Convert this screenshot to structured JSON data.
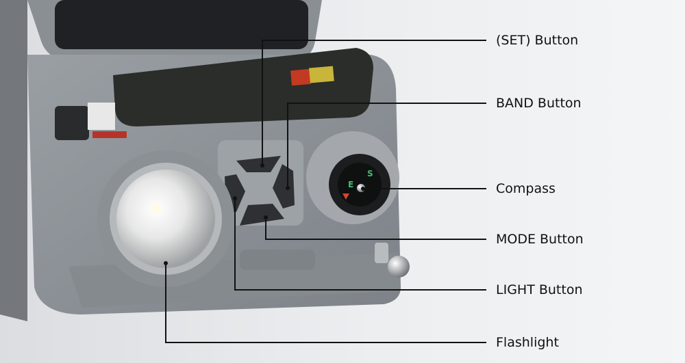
{
  "callouts": [
    {
      "id": "set",
      "label": "(SET) Button"
    },
    {
      "id": "band",
      "label": "BAND Button"
    },
    {
      "id": "compass",
      "label": "Compass"
    },
    {
      "id": "mode",
      "label": "MODE Button"
    },
    {
      "id": "light",
      "label": "LIGHT Button"
    },
    {
      "id": "flashlight",
      "label": "Flashlight"
    }
  ],
  "device": {
    "body_color": "#8d9297",
    "button_color": "#2e3033"
  }
}
